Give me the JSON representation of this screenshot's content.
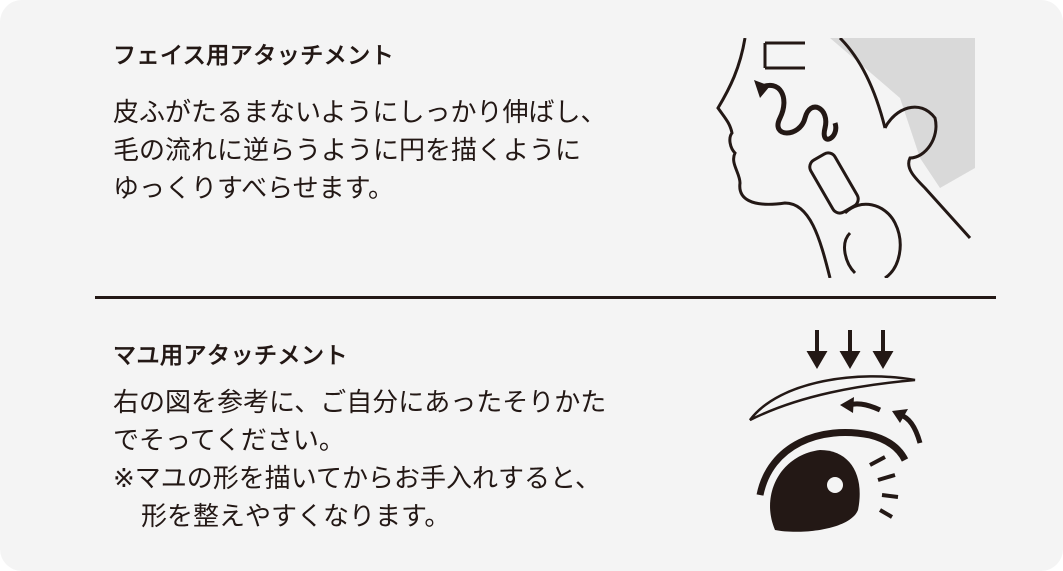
{
  "face_section": {
    "title": "フェイス用アタッチメント",
    "lines": [
      "皮ふがたるまないようにしっかり伸ばし、",
      "毛の流れに逆らうように円を描くように",
      "ゆっくりすべらせます。"
    ]
  },
  "eyebrow_section": {
    "title": "マユ用アタッチメント",
    "lines": [
      "右の図を参考に、ご自分にあったそりかた",
      "でそってください。",
      "※マユの形を描いてからお手入れすると、",
      "形を整えやすくなります。"
    ]
  }
}
